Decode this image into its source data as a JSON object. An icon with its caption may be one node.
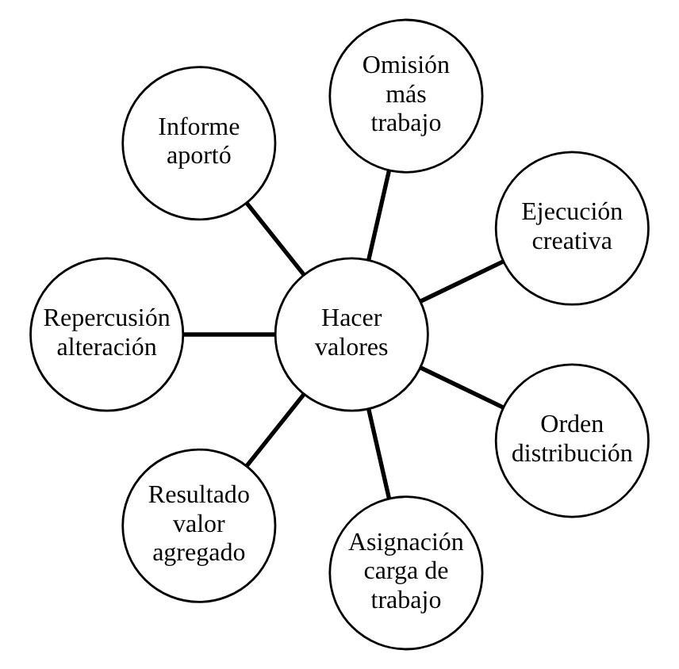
{
  "diagram": {
    "nodes": [
      {
        "text": [
          "Ejecución creativa"
        ]
      },
      {
        "text": [
          "Omisión más trabajo"
        ]
      },
      {
        "text": [
          "Informe aportó"
        ]
      },
      {
        "text": [
          "Hacer valores"
        ]
      },
      {
        "text": [
          "Repercusión alteración"
        ]
      },
      {
        "text": [
          "Resultado valor agregado"
        ]
      },
      {
        "text": [
          "Asignación carga de trabajo"
        ]
      },
      {
        "text": [
          "Orden distribución"
        ]
      }
    ],
    "edges": [
      {
        "from": 3,
        "to": 0,
        "arrow": "none"
      },
      {
        "from": 3,
        "to": 2,
        "arrow": "none"
      },
      {
        "from": 3,
        "to": 5,
        "arrow": "none"
      },
      {
        "from": 3,
        "to": 7,
        "arrow": "none"
      },
      {
        "from": 3,
        "to": 6,
        "arrow": "none"
      },
      {
        "from": 3,
        "to": 4,
        "arrow": "none"
      },
      {
        "from": 3,
        "to": 1,
        "arrow": "none"
      }
    ]
  }
}
